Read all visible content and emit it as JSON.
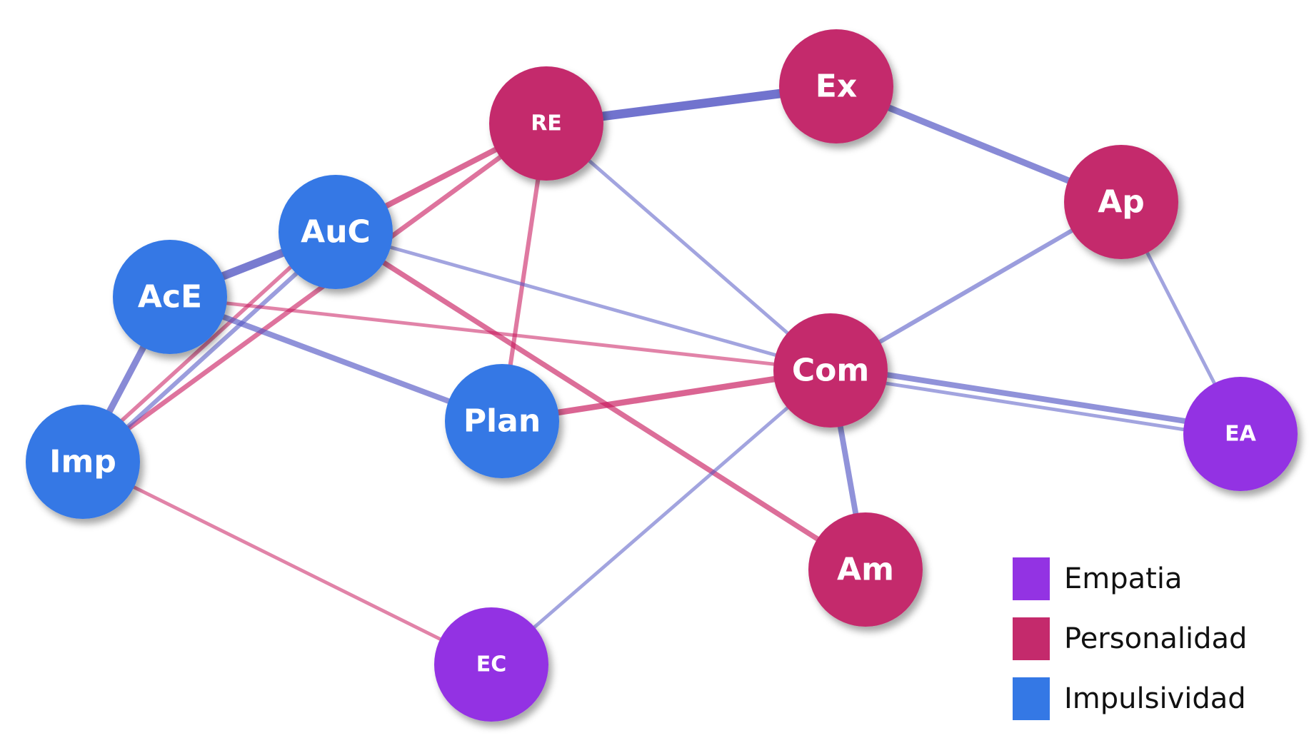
{
  "colors": {
    "empatia": "#9333E3",
    "personalidad": "#C42A6C",
    "impulsividad": "#3478E5",
    "edge_positive": "#5457C4",
    "edge_negative": "#C8195E"
  },
  "nodes": [
    {
      "id": "RE",
      "label": "RE",
      "group": "personalidad"
    },
    {
      "id": "Ex",
      "label": "Ex",
      "group": "personalidad"
    },
    {
      "id": "Ap",
      "label": "Ap",
      "group": "personalidad"
    },
    {
      "id": "AuC",
      "label": "AuC",
      "group": "impulsividad"
    },
    {
      "id": "AcE",
      "label": "AcE",
      "group": "impulsividad"
    },
    {
      "id": "Com",
      "label": "Com",
      "group": "personalidad"
    },
    {
      "id": "Plan",
      "label": "Plan",
      "group": "impulsividad"
    },
    {
      "id": "Imp",
      "label": "Imp",
      "group": "impulsividad"
    },
    {
      "id": "EA",
      "label": "EA",
      "group": "empatia"
    },
    {
      "id": "Am",
      "label": "Am",
      "group": "personalidad"
    },
    {
      "id": "EC",
      "label": "EC",
      "group": "empatia"
    }
  ],
  "edges": [
    {
      "source": "RE",
      "target": "Ex",
      "sign": "positive",
      "weight": 0.85
    },
    {
      "source": "Ex",
      "target": "Ap",
      "sign": "positive",
      "weight": 0.55
    },
    {
      "source": "RE",
      "target": "AuC",
      "sign": "negative",
      "weight": 0.45
    },
    {
      "source": "RE",
      "target": "Imp",
      "sign": "negative",
      "weight": 0.35
    },
    {
      "source": "RE",
      "target": "Plan",
      "sign": "negative",
      "weight": 0.3
    },
    {
      "source": "RE",
      "target": "Com",
      "sign": "positive",
      "weight": 0.2
    },
    {
      "source": "AuC",
      "target": "AcE",
      "sign": "positive",
      "weight": 0.75
    },
    {
      "source": "AuC",
      "target": "Imp",
      "sign": "positive",
      "weight": 0.3
    },
    {
      "source": "AuC",
      "target": "Imp",
      "sign": "negative",
      "weight": 0.25
    },
    {
      "source": "AuC",
      "target": "Com",
      "sign": "positive",
      "weight": 0.2
    },
    {
      "source": "AuC",
      "target": "Am",
      "sign": "negative",
      "weight": 0.4
    },
    {
      "source": "AcE",
      "target": "Imp",
      "sign": "positive",
      "weight": 0.55
    },
    {
      "source": "AcE",
      "target": "Plan",
      "sign": "positive",
      "weight": 0.45
    },
    {
      "source": "AcE",
      "target": "Com",
      "sign": "negative",
      "weight": 0.2
    },
    {
      "source": "Plan",
      "target": "Com",
      "sign": "negative",
      "weight": 0.5
    },
    {
      "source": "Imp",
      "target": "EC",
      "sign": "negative",
      "weight": 0.2
    },
    {
      "source": "Com",
      "target": "EC",
      "sign": "positive",
      "weight": 0.2
    },
    {
      "source": "Com",
      "target": "Ap",
      "sign": "positive",
      "weight": 0.3
    },
    {
      "source": "Com",
      "target": "EA",
      "sign": "positive",
      "weight": 0.45
    },
    {
      "source": "Com",
      "target": "EA",
      "sign": "positive",
      "weight": 0.2
    },
    {
      "source": "Com",
      "target": "Am",
      "sign": "positive",
      "weight": 0.45
    },
    {
      "source": "Ap",
      "target": "EA",
      "sign": "positive",
      "weight": 0.2
    }
  ],
  "legend": [
    {
      "label": "Empatia",
      "group": "empatia"
    },
    {
      "label": "Personalidad",
      "group": "personalidad"
    },
    {
      "label": "Impulsividad",
      "group": "impulsividad"
    }
  ]
}
